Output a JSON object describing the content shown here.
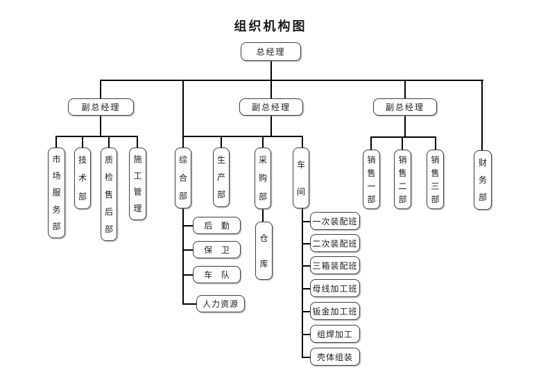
{
  "title": "组织机构图",
  "colors": {
    "background": "#ffffff",
    "line": "#000000",
    "box_border": "#3d3d3d",
    "text": "#1a1a1a"
  },
  "org": {
    "root": {
      "label": "总经理"
    },
    "deputies": [
      {
        "label": "副总经理"
      },
      {
        "label": "副总经理"
      },
      {
        "label": "副总经理"
      }
    ],
    "finance_dept": {
      "label": "财务部"
    },
    "deputy1_departments": [
      {
        "label": "市场服务部"
      },
      {
        "label": "技术部"
      },
      {
        "label": "质检售后部"
      },
      {
        "label": "施工管理"
      }
    ],
    "deputy2_departments": [
      {
        "label": "综合部"
      },
      {
        "label": "生产部"
      },
      {
        "label": "采购部"
      },
      {
        "label": "车间"
      }
    ],
    "general_affairs_children": [
      {
        "label": "后勤"
      },
      {
        "label": "保卫"
      },
      {
        "label": "车队"
      },
      {
        "label": "人力资源"
      }
    ],
    "purchasing_children": [
      {
        "label": "仓库"
      }
    ],
    "workshop_children": [
      {
        "label": "一次装配班"
      },
      {
        "label": "二次装配班"
      },
      {
        "label": "三箱装配班"
      },
      {
        "label": "母线加工班"
      },
      {
        "label": "钣金加工班"
      },
      {
        "label": "组焊加工"
      },
      {
        "label": "壳体组装"
      }
    ],
    "deputy3_departments": [
      {
        "label": "销售一部"
      },
      {
        "label": "销售二部"
      },
      {
        "label": "销售三部"
      }
    ]
  }
}
